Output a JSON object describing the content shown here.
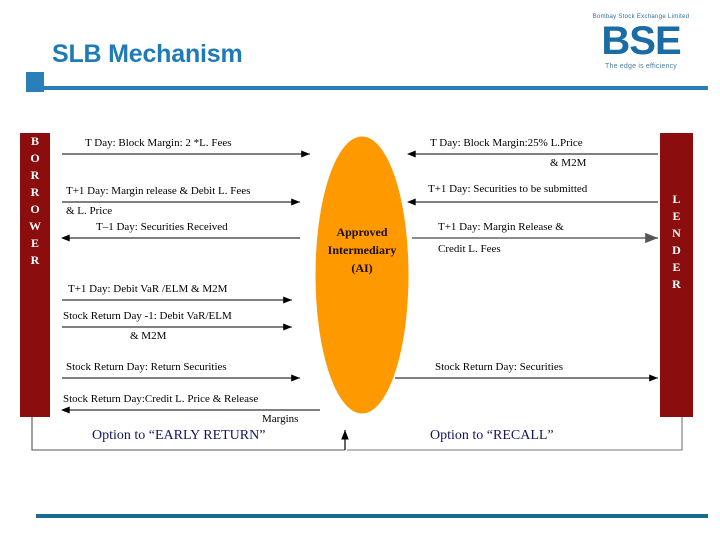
{
  "header": {
    "title": "SLB Mechanism",
    "accent_color": "#2b7fb8"
  },
  "logo": {
    "top_text": "Bombay Stock Exchange Limited",
    "mark": "BSE",
    "tagline": "The edge is efficiency"
  },
  "diagram": {
    "left_party": {
      "label": "BORROWER",
      "color": "#8B0D0D"
    },
    "right_party": {
      "label": "LENDER",
      "color": "#8B0D0D"
    },
    "center_node": {
      "line1": "Approved",
      "line2": "Intermediary",
      "line3": "(AI)",
      "color": "#FF9900"
    },
    "left_flows": [
      {
        "bold": "T Day",
        "rest": ": Block Margin: 2 *L. Fees",
        "direction": "right"
      },
      {
        "bold": "T+1 Day:",
        "rest": " Margin release & Debit L. Fees",
        "direction": "right"
      },
      {
        "bold": "",
        "rest": "& L. Price",
        "direction": "none"
      },
      {
        "bold": "T–1 Day:",
        "rest": " Securities Received",
        "direction": "left"
      },
      {
        "bold": "T+1 Day:",
        "rest": " Debit VaR /ELM & M2M",
        "direction": "right"
      },
      {
        "bold": "Stock Return Day",
        "rest": " -1: Debit VaR/ELM",
        "direction": "right"
      },
      {
        "bold": "",
        "rest": "& M2M",
        "direction": "none"
      },
      {
        "bold": "Stock Return Day:",
        "rest": " Return Securities",
        "direction": "right"
      },
      {
        "bold": "Stock Return Day:",
        "rest": "Credit L. Price & Release",
        "direction": "left"
      },
      {
        "bold": "",
        "rest": "Margins",
        "direction": "none"
      }
    ],
    "right_flows": [
      {
        "bold": "T Day:",
        "rest": " Block Margin:25% L.Price",
        "direction": "left"
      },
      {
        "bold": "",
        "rest": "& M2M",
        "direction": "none"
      },
      {
        "bold": "T+1 Day:",
        "rest": " Securities to be submitted",
        "direction": "left"
      },
      {
        "bold": "T+1 Day:",
        "rest": " Margin Release &",
        "direction": "right"
      },
      {
        "bold": "",
        "rest": "Credit L. Fees",
        "direction": "none"
      },
      {
        "bold": "Stock Return Day:",
        "rest": " Securities",
        "direction": "right"
      }
    ],
    "options": [
      {
        "text": "Option to “EARLY RETURN”"
      },
      {
        "text": "Option to “RECALL”"
      }
    ]
  },
  "texts": {
    "l1": "T Day: Block Margin: 2 *L. Fees",
    "l2": "T+1 Day: Margin release & Debit L. Fees",
    "l3": "& L. Price",
    "l4": "T–1 Day: Securities Received",
    "l5": "T+1 Day: Debit VaR /ELM & M2M",
    "l6": "Stock Return Day -1: Debit VaR/ELM",
    "l7": "& M2M",
    "l8": "Stock Return Day: Return Securities",
    "l9": "Stock Return Day:Credit L. Price & Release",
    "l10": "Margins",
    "r1": "T Day: Block Margin:25% L.Price",
    "r2": "& M2M",
    "r3": "T+1 Day: Securities to be submitted",
    "r4": "T+1 Day: Margin Release &",
    "r5": "Credit L. Fees",
    "r6": "Stock Return Day: Securities",
    "o1": "Option to “EARLY RETURN”",
    "o2": "Option to “RECALL”",
    "party_l": "BORROWER",
    "party_r": "LENDER",
    "ai1": "Approved",
    "ai2": "Intermediary",
    "ai3": "(AI)"
  }
}
